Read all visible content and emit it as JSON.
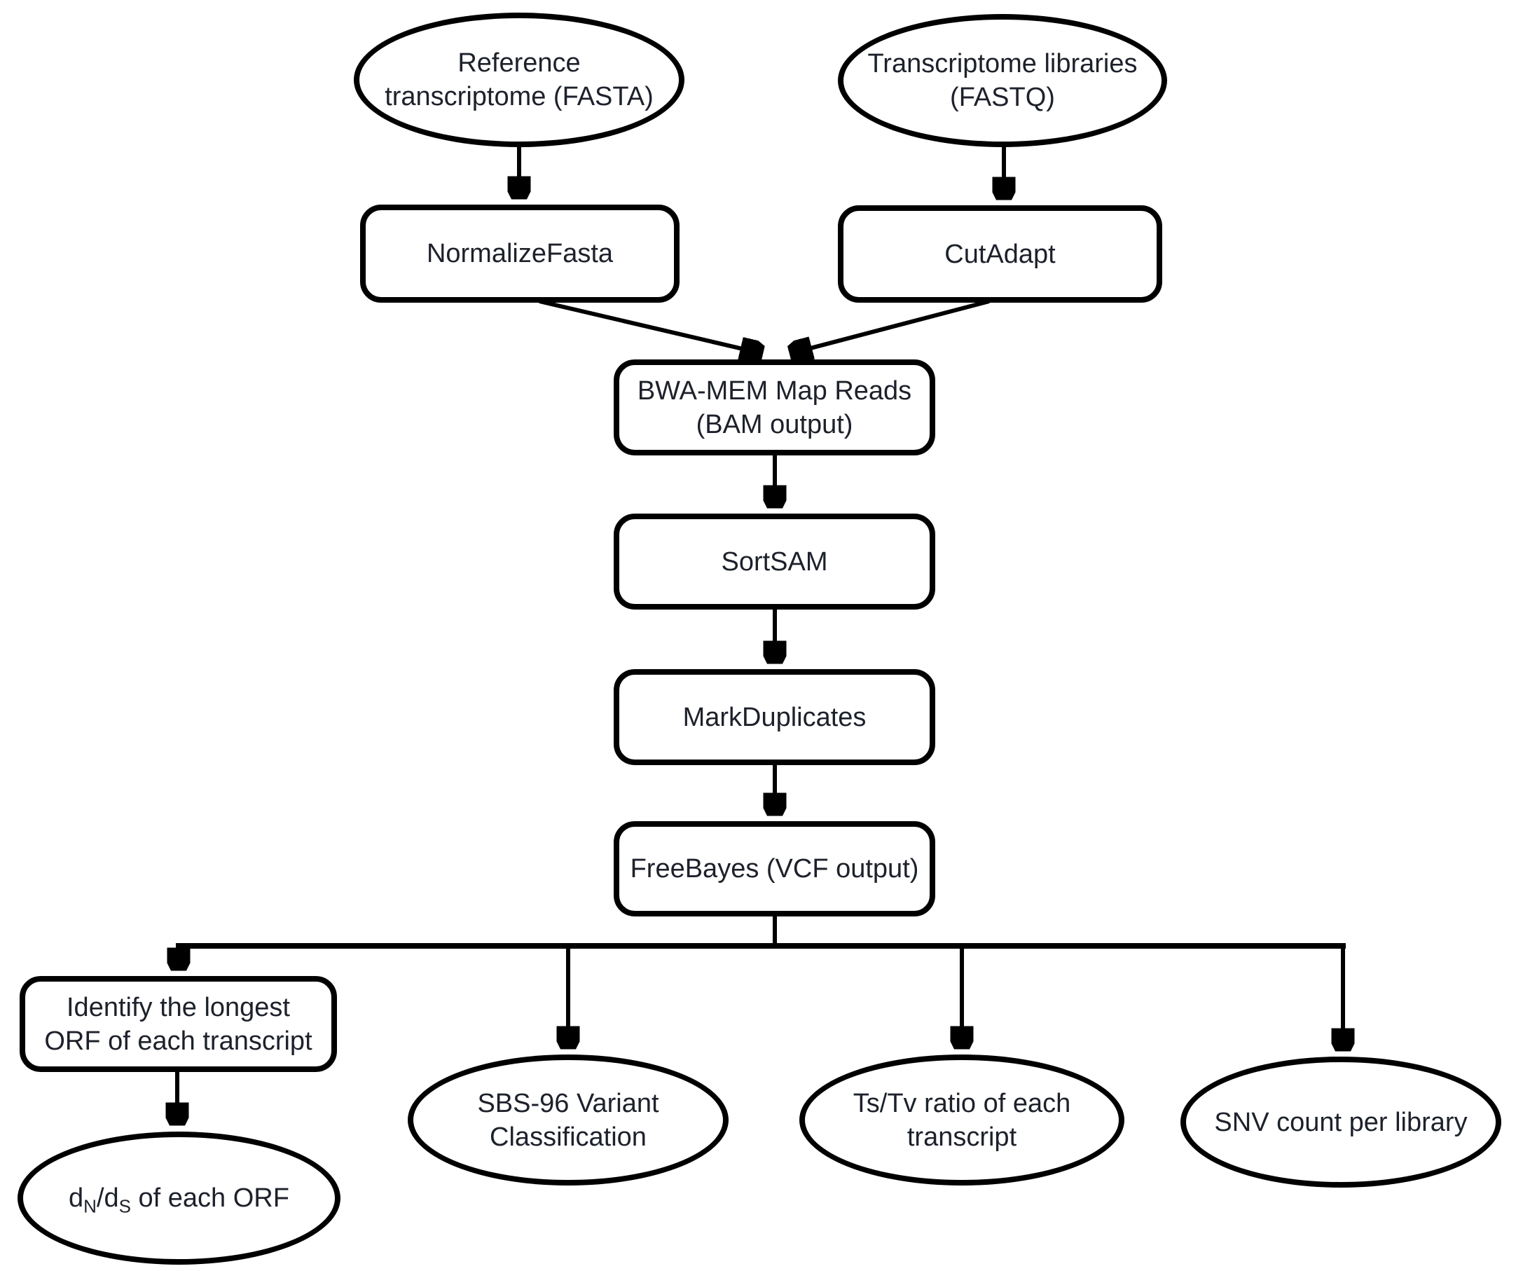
{
  "diagram": {
    "description": "Transcriptome variant-calling pipeline flowchart",
    "colors": {
      "shape_border": "#000000",
      "connector": "#000000",
      "text": "#1d212b",
      "background": "#ffffff"
    },
    "nodes": {
      "reference_transcriptome": {
        "shape": "ellipse",
        "line1": "Reference",
        "line2": "transcriptome (FASTA)"
      },
      "transcriptome_libraries": {
        "shape": "ellipse",
        "line1": "Transcriptome libraries",
        "line2": "(FASTQ)"
      },
      "normalize_fasta": {
        "shape": "rounded-rect",
        "label": "NormalizeFasta"
      },
      "cutadapt": {
        "shape": "rounded-rect",
        "label": "CutAdapt"
      },
      "bwa_mem": {
        "shape": "rounded-rect",
        "line1": "BWA-MEM Map Reads",
        "line2": "(BAM output)"
      },
      "sortsam": {
        "shape": "rounded-rect",
        "label": "SortSAM"
      },
      "markduplicates": {
        "shape": "rounded-rect",
        "label": "MarkDuplicates"
      },
      "freebayes": {
        "shape": "rounded-rect",
        "label": "FreeBayes (VCF output)"
      },
      "identify_orf": {
        "shape": "rounded-rect",
        "line1": "Identify the longest",
        "line2": "ORF of each transcript"
      },
      "dnds": {
        "shape": "ellipse",
        "base1": "d",
        "sub1": "N",
        "base2": "/d",
        "sub2": "S",
        "rest": " of each ORF"
      },
      "sbs96": {
        "shape": "ellipse",
        "line1": "SBS-96 Variant",
        "line2": "Classification"
      },
      "tstv": {
        "shape": "ellipse",
        "line1": "Ts/Tv ratio of each",
        "line2": "transcript"
      },
      "snv": {
        "shape": "ellipse",
        "label": "SNV count per library"
      }
    },
    "edges": [
      {
        "from": "reference_transcriptome",
        "to": "normalize_fasta"
      },
      {
        "from": "transcriptome_libraries",
        "to": "cutadapt"
      },
      {
        "from": "normalize_fasta",
        "to": "bwa_mem"
      },
      {
        "from": "cutadapt",
        "to": "bwa_mem"
      },
      {
        "from": "bwa_mem",
        "to": "sortsam"
      },
      {
        "from": "sortsam",
        "to": "markduplicates"
      },
      {
        "from": "markduplicates",
        "to": "freebayes"
      },
      {
        "from": "freebayes",
        "to": "identify_orf"
      },
      {
        "from": "freebayes",
        "to": "sbs96"
      },
      {
        "from": "freebayes",
        "to": "tstv"
      },
      {
        "from": "freebayes",
        "to": "snv"
      },
      {
        "from": "identify_orf",
        "to": "dnds"
      }
    ]
  }
}
